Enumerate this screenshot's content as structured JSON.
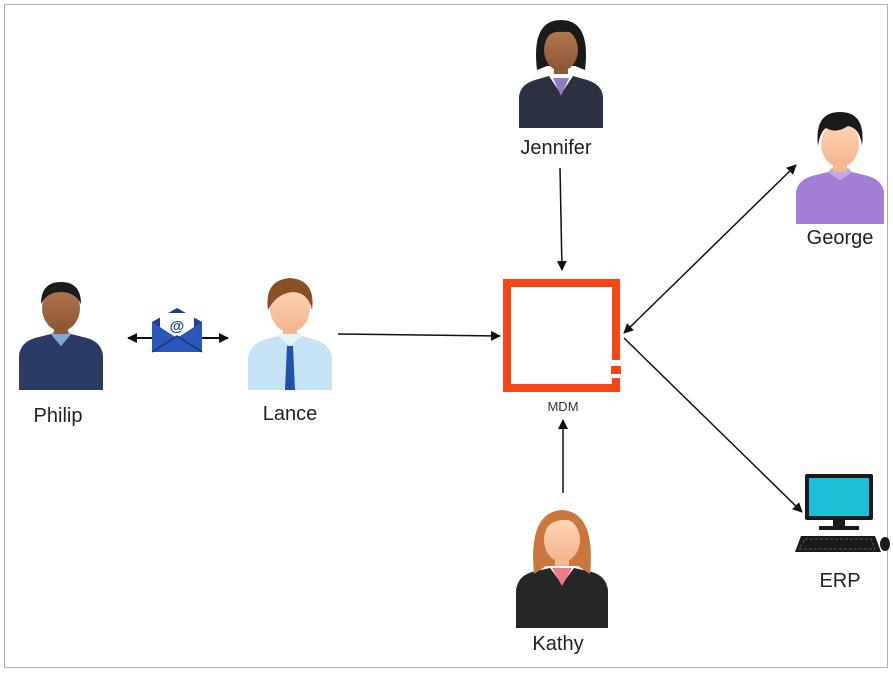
{
  "people": {
    "philip": "Philip",
    "lance": "Lance",
    "jennifer": "Jennifer",
    "george": "George",
    "kathy": "Kathy"
  },
  "systems": {
    "mdm": "MDM",
    "erp": "ERP"
  },
  "email_symbol": "@",
  "icons": [
    "person-icon",
    "email-icon",
    "mdm-logo",
    "computer-icon"
  ],
  "colors": {
    "mdm_orange": "#fa4616",
    "email_blue": "#1c3f94",
    "computer_teal": "#1cc0d6"
  }
}
